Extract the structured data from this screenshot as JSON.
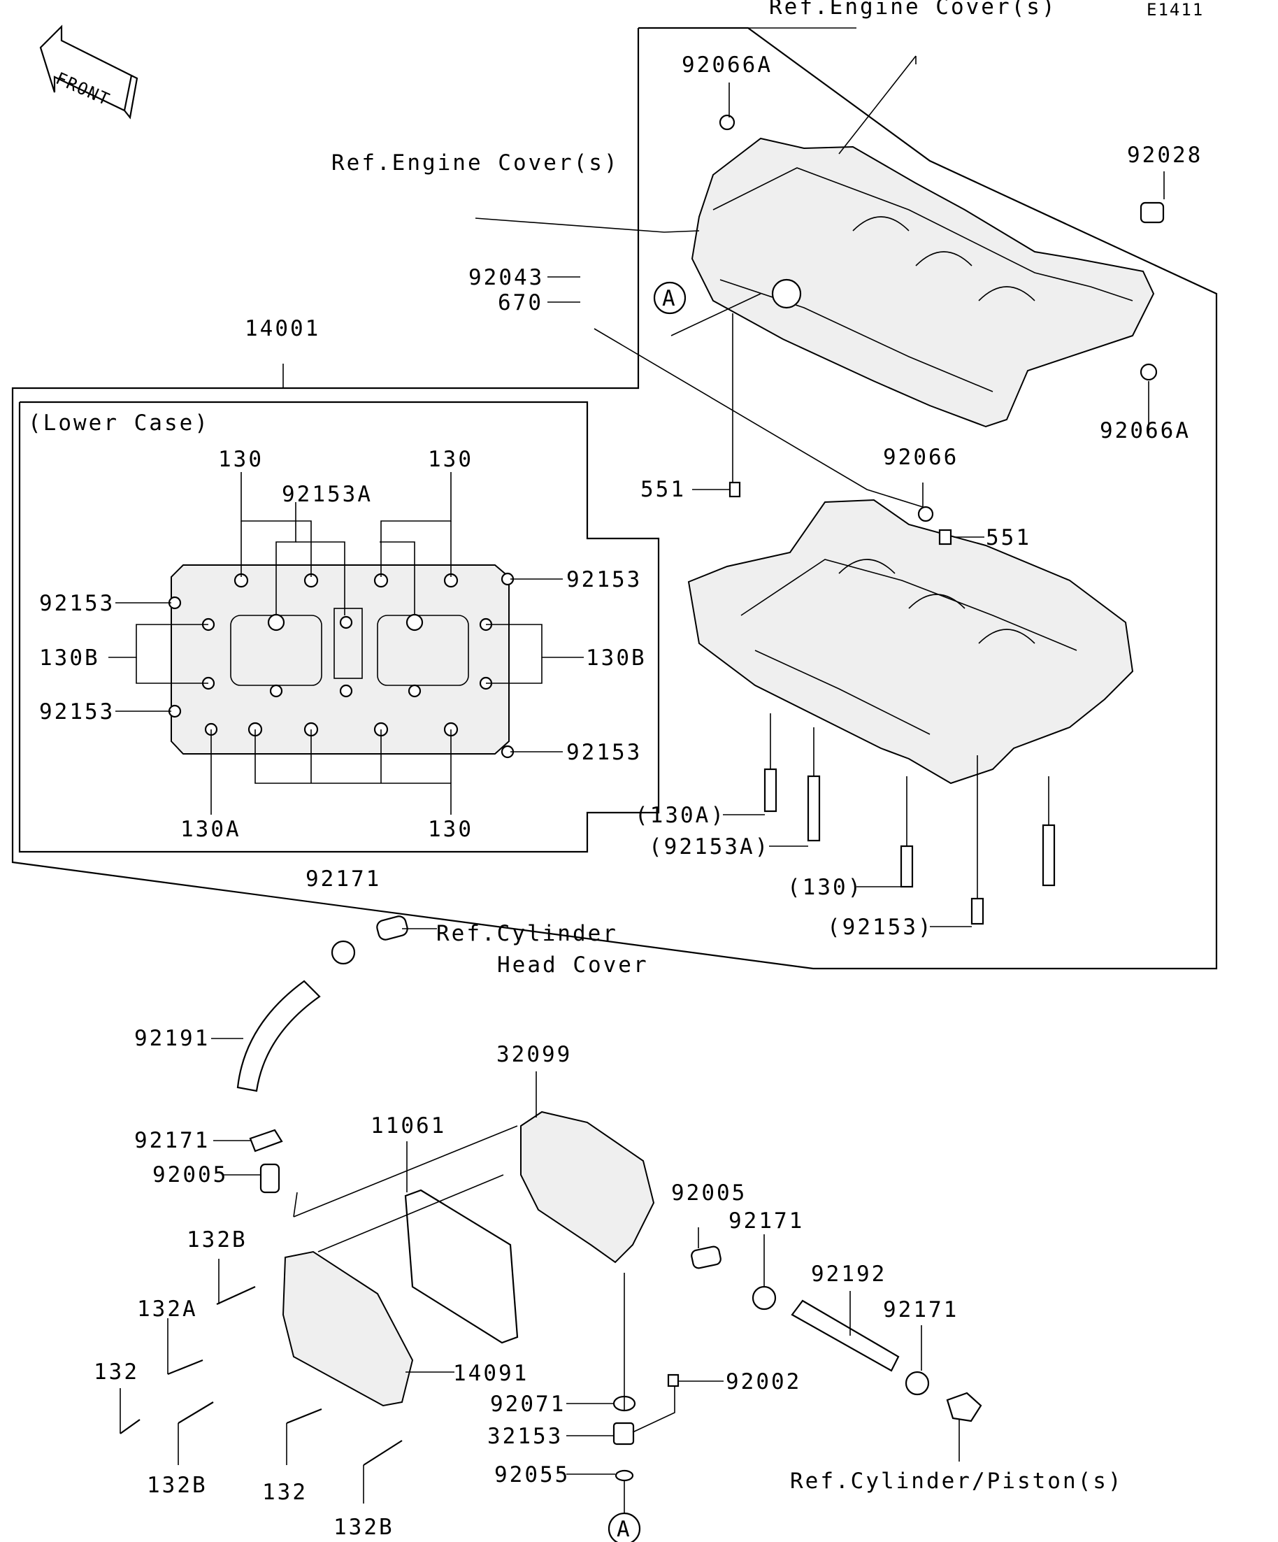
{
  "diagram_code": "E1411",
  "front_arrow_label": "FRONT",
  "sections": {
    "lower_case_title": "(Lower Case)"
  },
  "references": {
    "engine_cover_top": "Ref.Engine Cover(s)",
    "engine_cover_left": "Ref.Engine Cover(s)",
    "cylinder_head_cover_line1": "Ref.Cylinder",
    "cylinder_head_cover_line2": "Head Cover",
    "cylinder_piston": "Ref.Cylinder/Piston(s)"
  },
  "markers": {
    "a_top": "A",
    "a_bottom": "A"
  },
  "parts": {
    "p92066A_top": "92066A",
    "p92028": "92028",
    "p92066A_right": "92066A",
    "p92043": "92043",
    "p670": "670",
    "p14001": "14001",
    "p551_left": "551",
    "p92066": "92066",
    "p551_right": "551",
    "p130A_paren": "(130A)",
    "p92153A_paren": "(92153A)",
    "p130_paren": "(130)",
    "p92153_paren": "(92153)",
    "lc_130_tl": "130",
    "lc_130_tr": "130",
    "lc_92153A": "92153A",
    "lc_92153_l1": "92153",
    "lc_92153_r1": "92153",
    "lc_130B_l": "130B",
    "lc_130B_r": "130B",
    "lc_92153_l2": "92153",
    "lc_92153_r2": "92153",
    "lc_130A": "130A",
    "lc_130_b": "130",
    "p92171_top": "92171",
    "p92191": "92191",
    "p92171_mid": "92171",
    "p92005_left": "92005",
    "p32099": "32099",
    "p11061": "11061",
    "p92005_right": "92005",
    "p92171_r1": "92171",
    "p92192": "92192",
    "p92171_r2": "92171",
    "p132B_top": "132B",
    "p132A": "132A",
    "p132_left": "132",
    "p14091": "14091",
    "p92002": "92002",
    "p92071": "92071",
    "p32153": "32153",
    "p92055": "92055",
    "p132B_mid": "132B",
    "p132_bottom": "132",
    "p132B_bottom": "132B"
  }
}
